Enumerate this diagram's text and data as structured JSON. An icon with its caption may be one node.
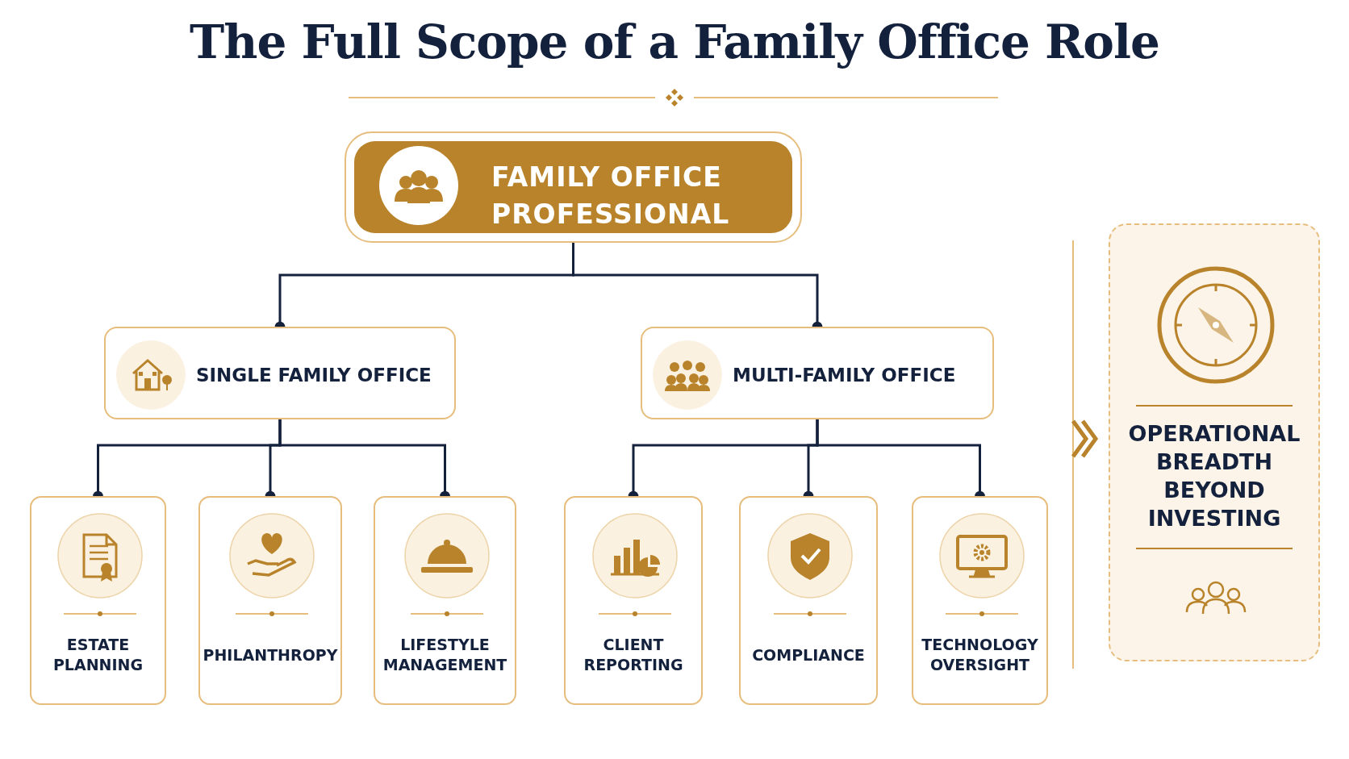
{
  "diagram": {
    "title": "The Full Scope of a **Family Office Role**",
    "nodes": [
      {
        "text": [
          "FAMILY OFFICE PROFESSIONAL"
        ]
      },
      {
        "text": [
          "SINGLE FAMILY OFFICE"
        ]
      },
      {
        "text": [
          "MULTI-FAMILY OFFICE"
        ]
      },
      {
        "text": [
          "ESTATE PLANNING"
        ]
      },
      {
        "text": [
          "PHILANTHROPY"
        ]
      },
      {
        "text": [
          "LIFESTYLE MANAGEMENT"
        ]
      },
      {
        "text": [
          "CLIENT REPORTING"
        ]
      },
      {
        "text": [
          "COMPLIANCE"
        ]
      },
      {
        "text": [
          "TECHNOLOGY OVERSIGHT"
        ]
      },
      {
        "text": [
          "OPERATIONAL BREADTH BEYOND INVESTING"
        ]
      }
    ],
    "edges": [
      {
        "from": 0,
        "to": 1,
        "arrow": "other"
      },
      {
        "from": 0,
        "to": 2,
        "arrow": "other"
      },
      {
        "from": 1,
        "to": 3,
        "arrow": "other"
      },
      {
        "from": 1,
        "to": 4,
        "arrow": "other"
      },
      {
        "from": 1,
        "to": 5,
        "arrow": "other"
      },
      {
        "from": 2,
        "to": 6,
        "arrow": "other"
      },
      {
        "from": 2,
        "to": 7,
        "arrow": "other"
      },
      {
        "from": 2,
        "to": 8,
        "arrow": "other"
      }
    ]
  }
}
